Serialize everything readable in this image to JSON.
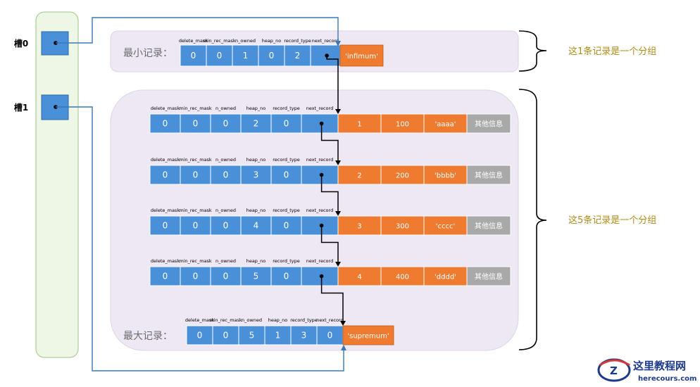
{
  "slots": [
    {
      "label": "槽0"
    },
    {
      "label": "槽1"
    }
  ],
  "field_labels": [
    "delete_mask",
    "min_rec_mask",
    "n_owned",
    "heap_no",
    "record_type",
    "next_record"
  ],
  "infimum": {
    "title": "最小记录：",
    "fields": [
      "0",
      "0",
      "1",
      "0",
      "2",
      ""
    ],
    "value": "'infimum'"
  },
  "records": [
    {
      "fields": [
        "0",
        "0",
        "0",
        "2",
        "0",
        ""
      ],
      "data": [
        "1",
        "100",
        "'aaaa'",
        "其他信息"
      ]
    },
    {
      "fields": [
        "0",
        "0",
        "0",
        "3",
        "0",
        ""
      ],
      "data": [
        "2",
        "200",
        "'bbbb'",
        "其他信息"
      ]
    },
    {
      "fields": [
        "0",
        "0",
        "0",
        "4",
        "0",
        ""
      ],
      "data": [
        "3",
        "300",
        "'cccc'",
        "其他信息"
      ]
    },
    {
      "fields": [
        "0",
        "0",
        "0",
        "5",
        "0",
        ""
      ],
      "data": [
        "4",
        "400",
        "'dddd'",
        "其他信息"
      ]
    }
  ],
  "supremum": {
    "title": "最大记录：",
    "fields": [
      "0",
      "0",
      "5",
      "1",
      "3",
      "0"
    ],
    "value": "'supremum'"
  },
  "group_labels": [
    "这1条记录是一个分组",
    "这5条记录是一个分组"
  ],
  "watermark": {
    "name": "这里教程网",
    "url": "herecours.com"
  },
  "colors": {
    "blue": "#4a90d9",
    "orange": "#ee7b30",
    "gray": "#a9a9a9",
    "slot_bg": "#eef7e6",
    "group_bg": "#ede8f4",
    "bracket": "#000000",
    "side_text": "#b08a1a"
  }
}
